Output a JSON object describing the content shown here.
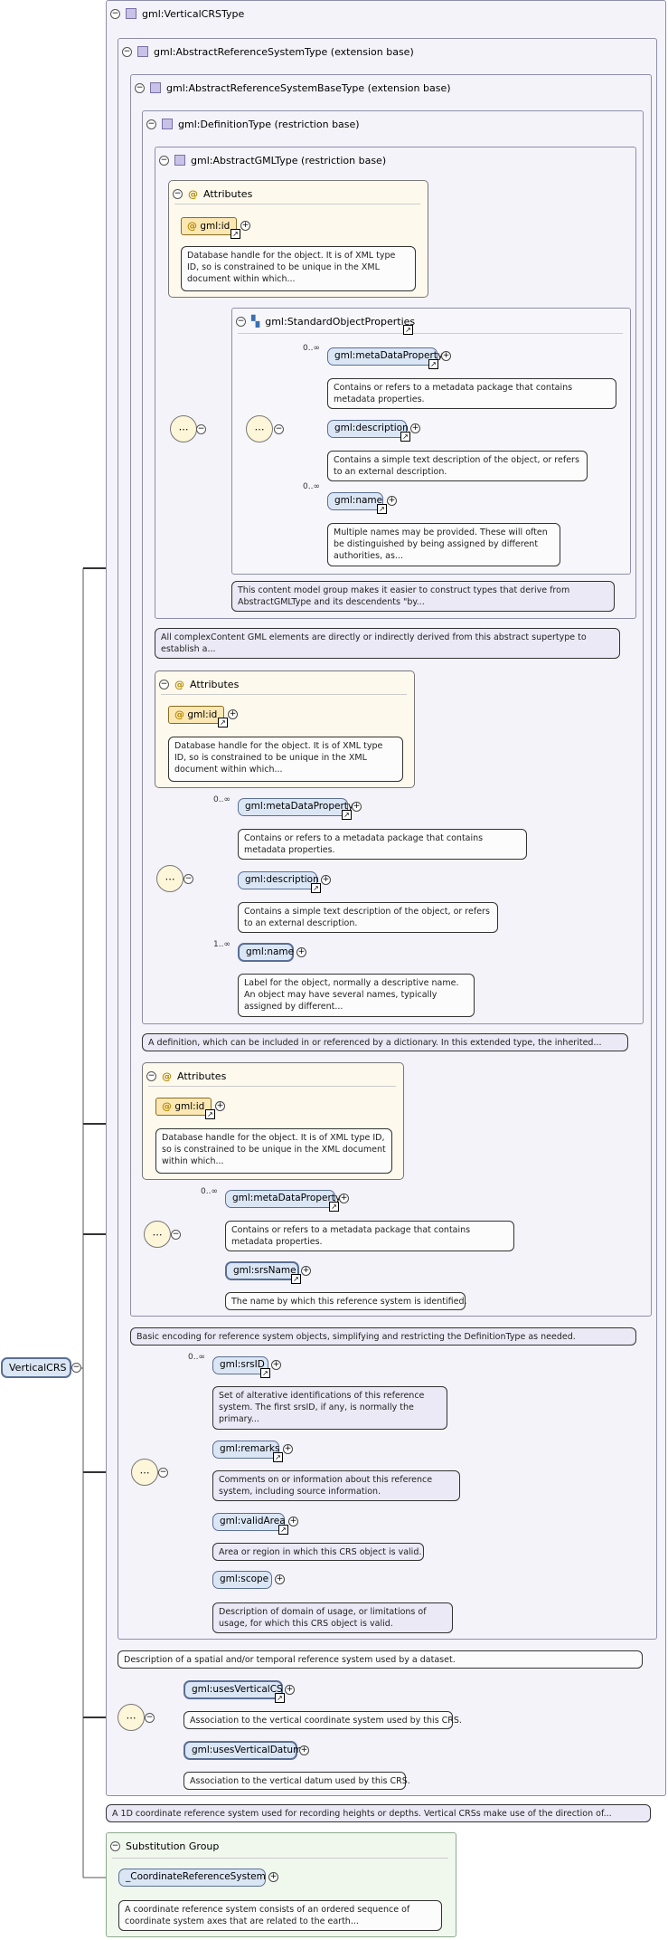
{
  "root": {
    "label": "VerticalCRS"
  },
  "types": {
    "vertical_crs_type": "gml:VerticalCRSType",
    "abstract_rs_type": "gml:AbstractReferenceSystemType (extension base)",
    "abstract_rs_base_type": "gml:AbstractReferenceSystemBaseType (extension base)",
    "definition_type": "gml:DefinitionType (restriction base)",
    "abstract_gml_type": "gml:AbstractGMLType (restriction base)",
    "standard_object_properties": "gml:StandardObjectProperties"
  },
  "attributes_label": "Attributes",
  "elements": {
    "gml_id": "gml:id",
    "metadata_property": "gml:metaDataProperty",
    "description": "gml:description",
    "name": "gml:name",
    "srs_name": "gml:srsName",
    "srs_id": "gml:srsID",
    "remarks": "gml:remarks",
    "valid_area": "gml:validArea",
    "scope": "gml:scope",
    "uses_vertical_cs": "gml:usesVerticalCS",
    "uses_vertical_datum": "gml:usesVerticalDatum",
    "coordinate_reference_system": "_CoordinateReferenceSystem"
  },
  "cardinality": {
    "zero_many": "0..∞",
    "one_many": "1..∞"
  },
  "docs": {
    "gml_id": "Database handle for the object. It is of XML type ID, so is constrained to be unique in the XML document within which...",
    "metadata_property": "Contains or refers to a metadata package that contains metadata properties.",
    "description": "Contains a simple text description of the object, or refers to an external description.",
    "name_multiple": "Multiple names may be provided. These will often be distinguished by being assigned by different authorities, as...",
    "standard_object_properties": "This content model group makes it easier to construct types that derive from AbstractGMLType and its descendents \"by...",
    "abstract_gml_type": "All complexContent GML elements are directly or indirectly derived from this abstract supertype to establish a...",
    "name_label": "Label for the object, normally a descriptive name. An object may have several names, typically assigned by different...",
    "definition_type": "A definition, which can be included in or referenced by a dictionary. In this extended type, the inherited...",
    "srs_name": "The name by which this reference system is identified.",
    "abstract_rs_base_type": "Basic encoding for reference system objects, simplifying and restricting the DefinitionType as needed.",
    "srs_id": "Set of alterative identifications of this reference system. The first srsID, if any, is normally the primary...",
    "remarks": "Comments on or information about this reference system, including source information.",
    "valid_area": "Area or region in which this CRS object is valid.",
    "scope": "Description of domain of usage, or limitations of usage, for which this CRS object is valid.",
    "abstract_rs_type": "Description of a spatial and/or temporal reference system used by a dataset.",
    "uses_vertical_cs": "Association to the vertical coordinate system used by this CRS.",
    "uses_vertical_datum": "Association to the vertical datum used by this CRS.",
    "vertical_crs_type": "A 1D coordinate reference system used for recording heights or depths. Vertical CRSs make use of the direction of...",
    "coordinate_reference_system": "A coordinate reference system consists of an ordered sequence of coordinate system axes that are related to the earth..."
  },
  "substitution_group_label": "Substitution Group",
  "icons": {
    "collapse": "minus-circle-icon",
    "expand": "plus-circle-icon",
    "sequence": "sequence-icon",
    "type": "complex-type-icon",
    "attribute": "attribute-icon",
    "link": "link-arrow-icon",
    "group": "model-group-icon"
  },
  "colors": {
    "type_bg": "#f4f3f9",
    "attr_bg": "#fdf9ec",
    "element_bg": "#dbe6f5",
    "doc_bg": "#ebe9f5",
    "subst_bg": "#f0f8ee"
  }
}
